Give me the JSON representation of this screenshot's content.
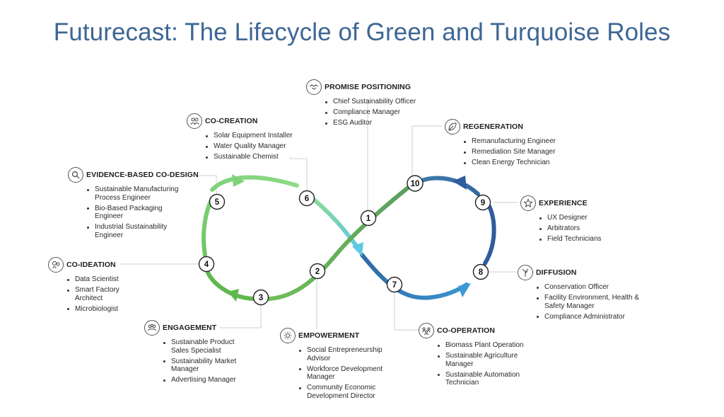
{
  "title": "Futurecast: The Lifecycle of Green and Turquoise Roles",
  "colors": {
    "title": "#3d6694",
    "green_light": "#8fdc8a",
    "green": "#6fbf5a",
    "green_dark": "#5b9a5f",
    "cyan": "#5fc8e6",
    "blue": "#3b87c4",
    "navy": "#2f5c9e"
  },
  "nodes": [
    "1",
    "2",
    "3",
    "4",
    "5",
    "6",
    "7",
    "8",
    "9",
    "10"
  ],
  "stages": {
    "promise": {
      "icon": "handshake-icon",
      "title": "PROMISE POSITIONING",
      "roles": [
        "Chief Sustainability Officer",
        "Compliance Manager",
        "ESG Auditor"
      ]
    },
    "cocreation": {
      "icon": "people-icon",
      "title": "CO-CREATION",
      "roles": [
        "Solar Equipment Installer",
        "Water Quality Manager",
        "Sustainable Chemist"
      ]
    },
    "regeneration": {
      "icon": "leaf-icon",
      "title": "REGENERATION",
      "roles": [
        "Remanufacturing Engineer",
        "Remediation Site Manager",
        "Clean Energy Technician"
      ]
    },
    "evidence": {
      "icon": "magnifier-icon",
      "title": "EVIDENCE-BASED CO-DESIGN",
      "roles": [
        "Sustainable Manufacturing Process Engineer",
        "Bio-Based Packaging Engineer",
        "Industrial Sustainability Engineer"
      ]
    },
    "experience": {
      "icon": "star-icon",
      "title": "EXPERIENCE",
      "roles": [
        "UX Designer",
        "Arbitrators",
        "Field Technicians"
      ]
    },
    "coideation": {
      "icon": "ideas-icon",
      "title": "CO-IDEATION",
      "roles": [
        "Data Scientist",
        "Smart Factory Architect",
        "Microbiologist"
      ]
    },
    "diffusion": {
      "icon": "branch-icon",
      "title": "DIFFUSION",
      "roles": [
        "Conservation Officer",
        "Facility Environment, Health & Safety Manager",
        "Compliance Administrator"
      ]
    },
    "engagement": {
      "icon": "group-icon",
      "title": "ENGAGEMENT",
      "roles": [
        "Sustainable Product Sales Specialist",
        "Sustainability Market Manager",
        "Advertising Manager"
      ]
    },
    "empowerment": {
      "icon": "gear-people-icon",
      "title": "EMPOWERMENT",
      "roles": [
        "Social Entrepreneurship Advisor",
        "Workforce Development Manager",
        "Community Economic Development Director"
      ]
    },
    "cooperation": {
      "icon": "team-icon",
      "title": "CO-OPERATION",
      "roles": [
        "Biomass Plant Operation",
        "Sustainable Agriculture Manager",
        "Sustainable Automation Technician"
      ]
    }
  }
}
